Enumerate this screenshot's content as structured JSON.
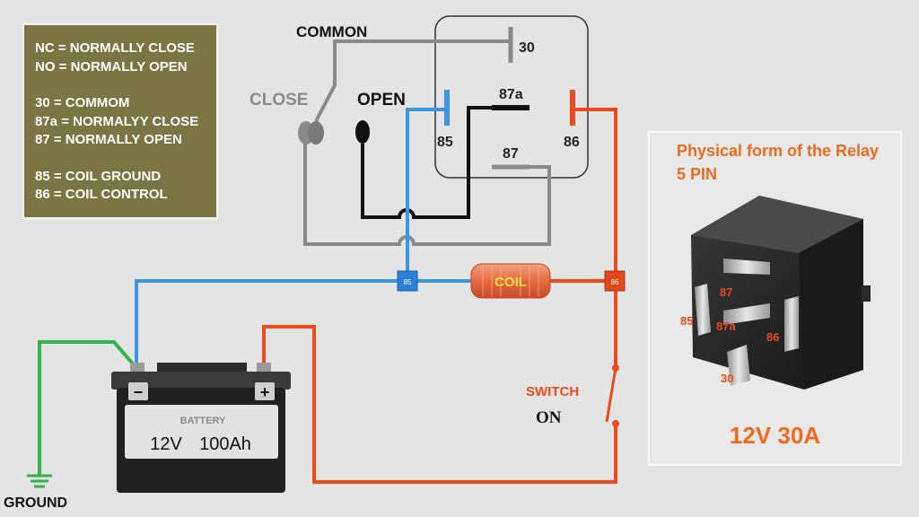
{
  "legend": {
    "lines": [
      "NC = NORMALLY CLOSE",
      "NO = NORMALLY OPEN",
      "30 = COMMOM",
      "87a = NORMALYY CLOSE",
      "87 = NORMALLY OPEN",
      "85 = COIL GROUND",
      "86 = COIL CONTROL"
    ]
  },
  "relay_schematic": {
    "common_label": "COMMON",
    "close_label": "CLOSE",
    "open_label": "OPEN",
    "pin_30": "30",
    "pin_87a": "87a",
    "pin_87": "87",
    "pin_85": "85",
    "pin_86": "86"
  },
  "coil": {
    "label": "COIL",
    "node_85": "85",
    "node_86": "86"
  },
  "battery": {
    "title": "BATTERY",
    "voltage": "12V",
    "capacity": "100Ah",
    "neg": "−",
    "pos": "+"
  },
  "switch": {
    "label": "SWITCH",
    "state": "ON"
  },
  "ground_label": "GROUND",
  "photo": {
    "title": "Physical form of the Relay 5 PIN",
    "pin_87": "87",
    "pin_85": "85",
    "pin_87a": "87a",
    "pin_86": "86",
    "pin_30": "30",
    "rating": "12V 30A"
  },
  "colors": {
    "blue_wire": "#3a96e0",
    "red_wire": "#ec4a1c",
    "black_wire": "#111111",
    "gray_wire": "#8a8a8a",
    "green_wire": "#32b548",
    "legend_bg": "#7b7543",
    "orange_text": "#ec6b1e"
  }
}
